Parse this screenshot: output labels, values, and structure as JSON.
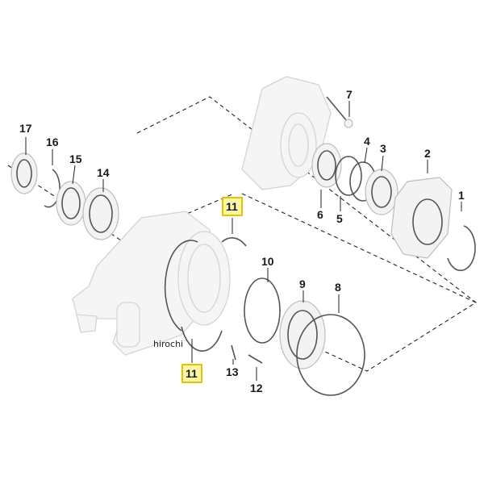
{
  "callouts": {
    "c1": "1",
    "c2": "2",
    "c3": "3",
    "c4": "4",
    "c5": "5",
    "c6": "6",
    "c7": "7",
    "c8": "8",
    "c9": "9",
    "c10": "10",
    "c11_top": "11",
    "c11_bottom": "11",
    "c12": "12",
    "c13": "13",
    "c14": "14",
    "c15": "15",
    "c16": "16",
    "c17": "17"
  },
  "watermark": "hirochi",
  "colors": {
    "highlight_fill": "#fff6a8",
    "highlight_border": "#e3c400",
    "line": "#222222",
    "ghost_part": "#d4d4d4"
  }
}
